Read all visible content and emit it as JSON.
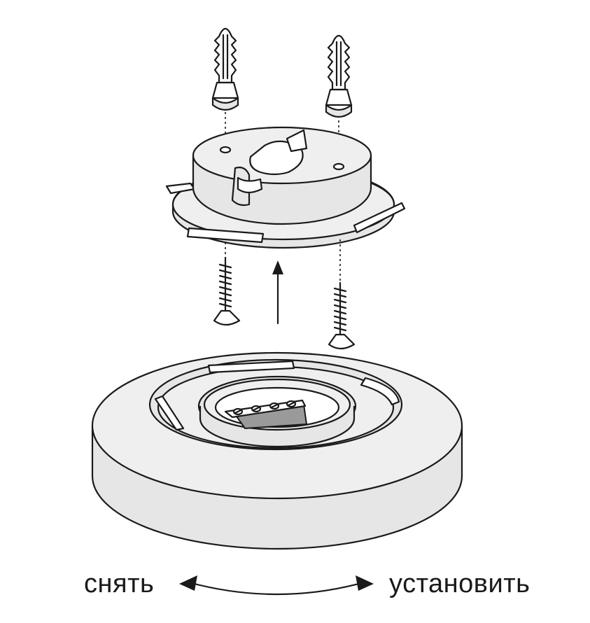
{
  "labels": {
    "remove": "снять",
    "install": "установить"
  },
  "parts": {
    "dowels": 2,
    "screws": 2
  },
  "icons": {
    "direction_arrow": "up-arrow-icon",
    "rotate_arrow": "double-headed-curved-arrow-icon"
  },
  "colors": {
    "line": "#1a1a1a",
    "body": "#e6e6e6",
    "terminal": "#9a9a9a"
  }
}
